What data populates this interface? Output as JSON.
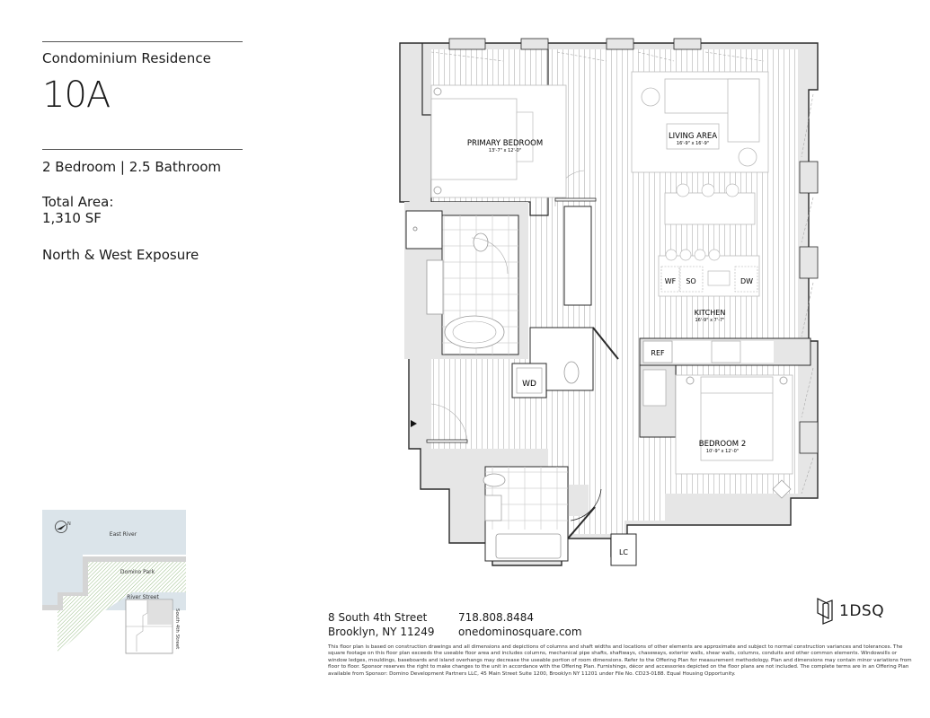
{
  "header": {
    "subtitle": "Condominium Residence",
    "unit": "10A",
    "bed_bath": "2 Bedroom | 2.5 Bathroom",
    "total_area_label": "Total Area:",
    "total_area_value": "1,310 SF",
    "exposure": "North & West Exposure"
  },
  "keymap": {
    "north_label": "N",
    "labels": {
      "river": "East River",
      "park": "Domino Park",
      "street_h": "River Street",
      "street_v": "South 4th Street"
    },
    "colors": {
      "water": "#dbe4ea",
      "park_hatch": "#9bbf8a",
      "edge": "#cfcfcf"
    }
  },
  "plan": {
    "rooms": [
      {
        "name": "PRIMARY BEDROOM",
        "dims": "13'-7\" x 12'-0\""
      },
      {
        "name": "LIVING AREA",
        "dims": "16'-9\" x 16'-9\""
      },
      {
        "name": "KITCHEN",
        "dims": "16'-9\" x 7'-7\""
      },
      {
        "name": "BEDROOM 2",
        "dims": "10'-9\" x 12'-0\""
      }
    ],
    "appliances": {
      "wf": "WF",
      "so": "SO",
      "dw": "DW",
      "ref": "REF",
      "wd": "WD",
      "lc": "LC"
    },
    "colors": {
      "wall_fill": "#e6e6e6",
      "wall_line": "#2a2a2a",
      "floor_line": "#bdbdbd",
      "fixture": "#9a9a9a"
    }
  },
  "footer": {
    "address_line1": "8 South 4th Street",
    "address_line2": "Brooklyn, NY 11249",
    "phone": "718.808.8484",
    "website": "onedominosquare.com",
    "logo_text": "1DSQ",
    "disclaimer": "This floor plan is based on construction drawings and all dimensions and depictions of columns and shaft widths and locations of other elements are approximate and subject to normal construction variances and tolerances. The square footage on this floor plan exceeds the useable floor area and includes columns, mechanical pipe shafts, shaftways, chaseways, exterior walls, shear walls, columns, conduits and other common elements. Windowsills or window ledges, mouldings, baseboards and island overhangs may decrease the useable portion of room dimensions. Refer to the Offering Plan for measurement methodology. Plan and dimensions may contain minor variations from floor to floor. Sponsor reserves the right to make changes to the unit in accordance with the Offering Plan. Furnishings, décor and accessories depicted on the floor plans are not included. The complete terms are in an Offering Plan available from Sponsor: Domino Development Partners LLC, 45 Main Street Suite 1200, Brooklyn NY 11201 under File No. CD23-0188. Equal Housing Opportunity."
  }
}
